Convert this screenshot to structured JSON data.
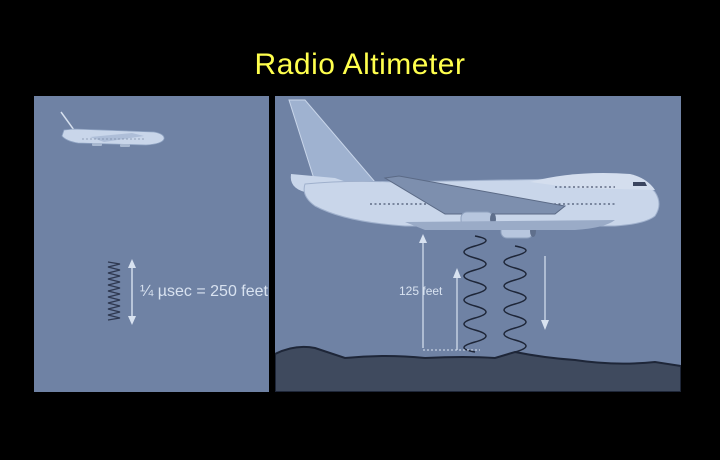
{
  "title": "Radio Altimeter",
  "left_panel": {
    "pulse_label": "¼ µsec = 250 feet"
  },
  "right_panel": {
    "altitude_label": "125 feet"
  },
  "colors": {
    "background": "#000000",
    "title": "#ffff4d",
    "panel": "#6f82a4",
    "aircraft": "#c9d6ea",
    "ground": "#3f4a5e"
  }
}
